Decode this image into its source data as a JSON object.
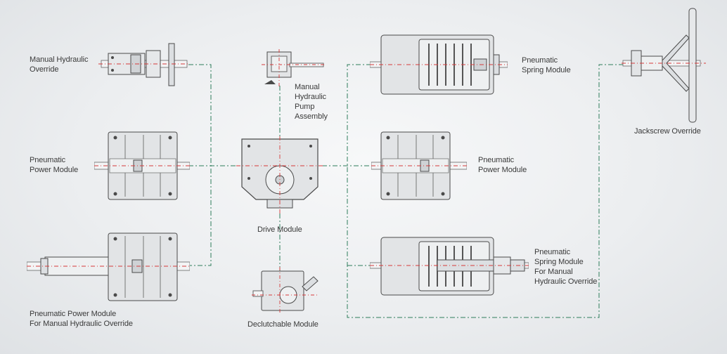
{
  "modules": {
    "manual_hydraulic_override": {
      "label_lines": [
        "Manual Hydraulic",
        "Override"
      ]
    },
    "pneumatic_power_module_left": {
      "label_lines": [
        "Pneumatic",
        "Power Module"
      ]
    },
    "pneumatic_power_module_manual_hydraulic": {
      "label_lines": [
        "Pneumatic Power Module",
        "For Manual Hydraulic Override"
      ]
    },
    "manual_hydraulic_pump_assembly": {
      "label_lines": [
        "Manual",
        "Hydraulic",
        "Pump",
        "Assembly"
      ]
    },
    "drive_module": {
      "label_lines": [
        "Drive Module"
      ]
    },
    "declutchable_module": {
      "label_lines": [
        "Declutchable Module"
      ]
    },
    "pneumatic_spring_module": {
      "label_lines": [
        "Pneumatic",
        "Spring Module"
      ]
    },
    "pneumatic_power_module_right": {
      "label_lines": [
        "Pneumatic",
        "Power Module"
      ]
    },
    "pneumatic_spring_module_manual_hydraulic": {
      "label_lines": [
        "Pneumatic",
        "Spring Module",
        "For Manual",
        "Hydraulic Override"
      ]
    },
    "jackscrew_override": {
      "label_lines": [
        "Jackscrew Override"
      ]
    }
  },
  "colors": {
    "connector": "#2e7d5b",
    "centerline": "#d63a3a",
    "outline": "#4a4a4a",
    "body_fill": "#e2e4e6"
  }
}
